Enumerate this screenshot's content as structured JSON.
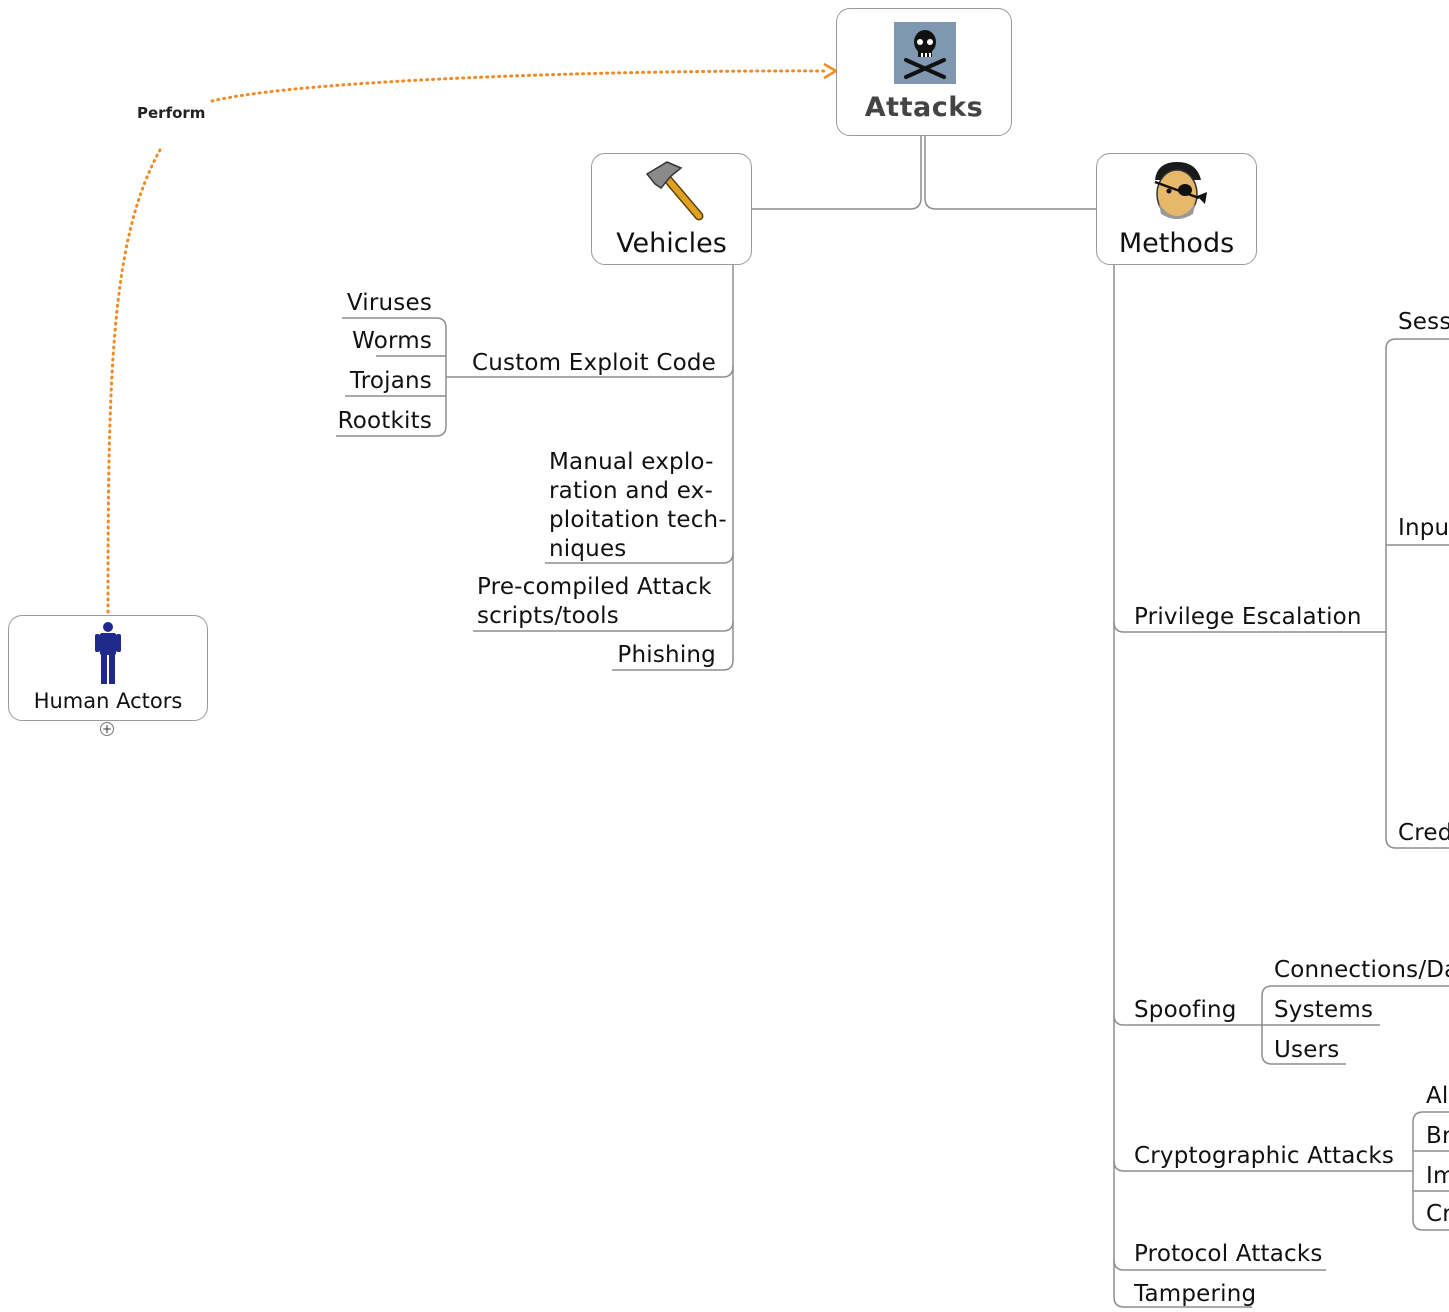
{
  "root": {
    "title": "Attacks",
    "icon": "skull-crossbones-icon"
  },
  "relationship": {
    "label": "Perform",
    "color": "#f08a24"
  },
  "actors": {
    "title": "Human Actors",
    "icon": "person-icon",
    "expand_symbol": "+"
  },
  "vehicles": {
    "title": "Vehicles",
    "icon": "hammer-icon",
    "custom_exploit": {
      "label": "Custom Exploit Code",
      "children": [
        "Viruses",
        "Worms",
        "Trojans",
        "Rootkits"
      ]
    },
    "manual": [
      "Manual explo-",
      "ration and ex-",
      "ploitation tech-",
      "niques"
    ],
    "precompiled": [
      "Pre-compiled Attack",
      "scripts/tools"
    ],
    "phishing": "Phishing"
  },
  "methods": {
    "title": "Methods",
    "icon": "pirate-icon",
    "privilege_escalation": {
      "label": "Privilege Escalation",
      "children": [
        "Sess",
        "Input",
        "Cred"
      ]
    },
    "spoofing": {
      "label": "Spoofing",
      "children": [
        "Connections/Da",
        "Systems",
        "Users"
      ]
    },
    "cryptographic": {
      "label": "Cryptographic Attacks",
      "children": [
        "Al",
        "Br",
        "Im",
        "Cr"
      ]
    },
    "protocol": "Protocol Attacks",
    "tampering": "Tampering"
  }
}
